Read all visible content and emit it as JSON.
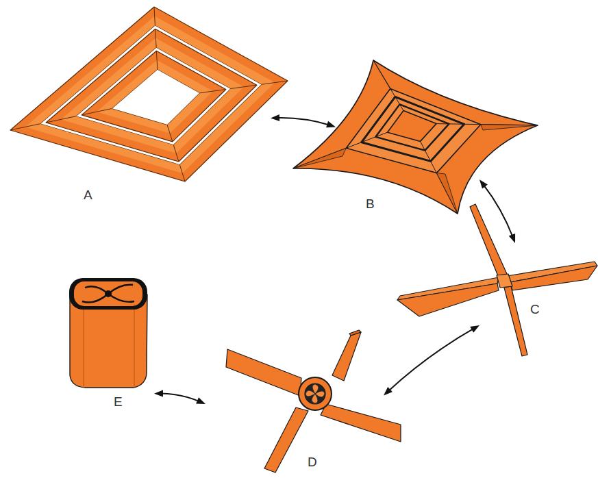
{
  "diagram": {
    "nodes": [
      {
        "text": [
          "A"
        ]
      },
      {
        "text": [
          "B"
        ]
      },
      {
        "text": [
          "C"
        ]
      },
      {
        "text": [
          "D"
        ]
      },
      {
        "text": [
          "E"
        ]
      }
    ],
    "edges": [
      {
        "from": 0,
        "to": 1,
        "arrow": "both"
      },
      {
        "from": 1,
        "to": 2,
        "arrow": "both"
      },
      {
        "from": 2,
        "to": 3,
        "arrow": "both"
      },
      {
        "from": 3,
        "to": 4,
        "arrow": "both"
      }
    ]
  }
}
